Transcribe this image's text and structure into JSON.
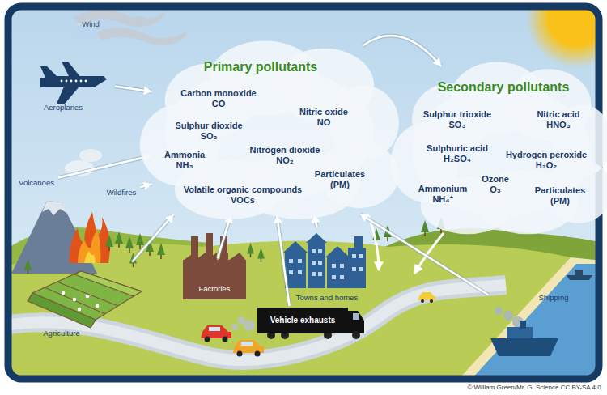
{
  "diagram": {
    "nodes": [
      {
        "text": [
          "Primary pollutants",
          "Carbon monoxide CO",
          "Nitric oxide NO",
          "Sulphur dioxide SO₂",
          "Nitrogen dioxide NO₂",
          "Ammonia NH₃",
          "Particulates (PM)",
          "Volatile organic compounds VOCs"
        ]
      },
      {
        "text": [
          "Secondary pollutants",
          "Sulphur trioxide SO₃",
          "Nitric acid HNO₃",
          "Sulphuric acid H₂SO₄",
          "Hydrogen peroxide H₂O₂",
          "Ammonium NH₄⁺",
          "Ozone O₃",
          "Particulates (PM)"
        ]
      },
      {
        "text": [
          "Aeroplanes"
        ]
      },
      {
        "text": [
          "Volcanoes"
        ]
      },
      {
        "text": [
          "Wildfires"
        ]
      },
      {
        "text": [
          "Agriculture"
        ]
      },
      {
        "text": [
          "Factories"
        ]
      },
      {
        "text": [
          "Towns and homes"
        ]
      },
      {
        "text": [
          "Vehicle exhausts"
        ]
      },
      {
        "text": [
          "Shipping"
        ]
      }
    ],
    "edges": [
      {
        "from": 2,
        "to": 0,
        "arrow": "to"
      },
      {
        "from": 3,
        "to": 0,
        "arrow": "to"
      },
      {
        "from": 4,
        "to": 0,
        "arrow": "to"
      },
      {
        "from": 5,
        "to": 0,
        "arrow": "to"
      },
      {
        "from": 6,
        "to": 0,
        "arrow": "to"
      },
      {
        "from": 8,
        "to": 0,
        "arrow": "to"
      },
      {
        "from": 7,
        "to": 0,
        "arrow": "to"
      },
      {
        "from": 9,
        "to": 0,
        "arrow": "to"
      },
      {
        "from": 0,
        "to": 1,
        "arrow": "to"
      }
    ],
    "labels": [
      "Wind",
      "© William Green/Mr. G. Science CC BY-SA 4.0"
    ]
  }
}
